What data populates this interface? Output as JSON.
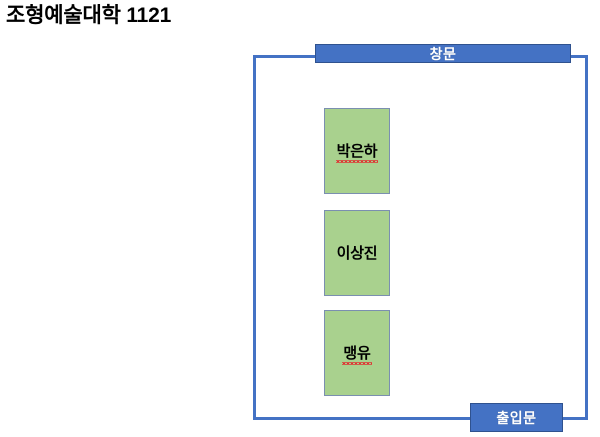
{
  "page": {
    "title": "조형예술대학 1121"
  },
  "colors": {
    "bar_fill": "#4472C4",
    "bar_border": "#2F528F",
    "bar_text": "#FFFFFF",
    "room_outline": "#4472C4",
    "seat_fill": "#A9D18E",
    "seat_border": "#7B8FB0",
    "seat_text": "#000000",
    "spellcheck_underline": "#E03030",
    "title_text": "#000000",
    "background": "#FFFFFF"
  },
  "diagram": {
    "name": "classroom-seating-chart",
    "window_label": "창문",
    "door_label": "출입문",
    "seats": [
      {
        "label": "박은하",
        "misspelled": true
      },
      {
        "label": "이상진",
        "misspelled": false
      },
      {
        "label": "맹유",
        "misspelled": true
      }
    ]
  }
}
